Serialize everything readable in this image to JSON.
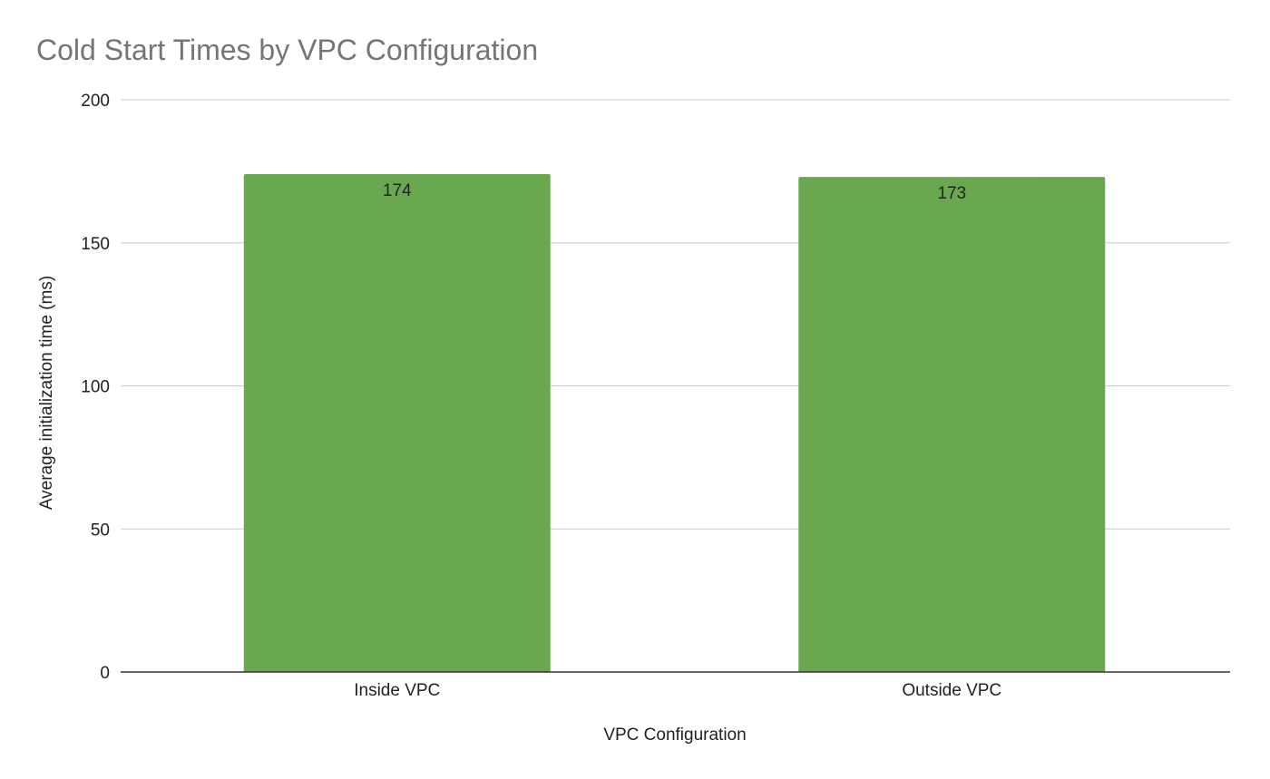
{
  "chart_data": {
    "type": "bar",
    "title": "Cold Start Times by VPC Configuration",
    "xlabel": "VPC Configuration",
    "ylabel": "Average initialization time (ms)",
    "categories": [
      "Inside VPC",
      "Outside VPC"
    ],
    "values": [
      174,
      173
    ],
    "data_labels": [
      "174",
      "173"
    ],
    "ylim": [
      0,
      200
    ],
    "yticks": [
      0,
      50,
      100,
      150,
      200
    ],
    "grid": true,
    "legend": "none",
    "bar_color": "#6aa84f"
  }
}
